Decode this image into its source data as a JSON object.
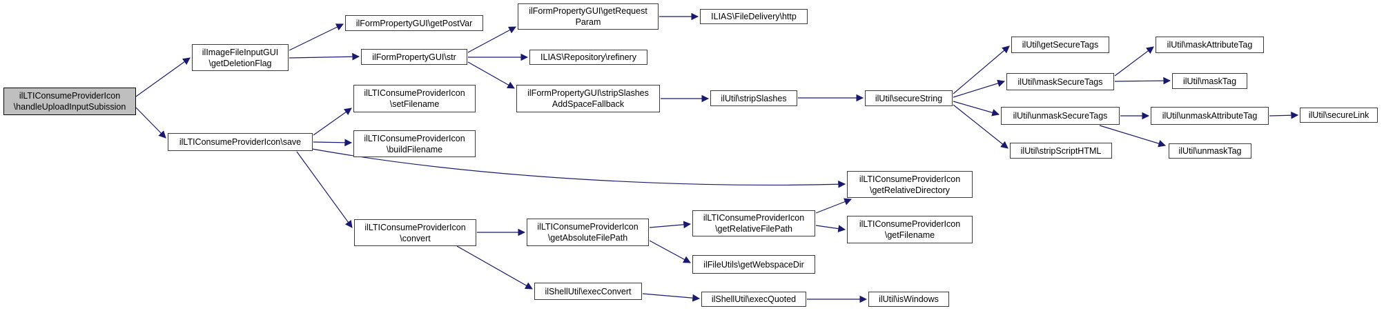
{
  "diagram": {
    "type": "call-graph",
    "root": "ilLTIConsumeProviderIcon\\handleUploadInputSubission",
    "edge_color": "#191970",
    "node_border_color": "#3a3a3a",
    "root_fill_color": "#bfbfbf",
    "node_fill_color": "#ffffff",
    "nodes": [
      {
        "id": "root",
        "lines": [
          "ilLTIConsumeProviderIcon",
          "\\handleUploadInputSubission"
        ],
        "is_root": true
      },
      {
        "id": "getDeletionFlag",
        "lines": [
          "ilImageFileInputGUI",
          "\\getDeletionFlag"
        ]
      },
      {
        "id": "getPostVar",
        "lines": [
          "ilFormPropertyGUI\\getPostVar"
        ]
      },
      {
        "id": "str",
        "lines": [
          "ilFormPropertyGUI\\str"
        ]
      },
      {
        "id": "getRequestParam",
        "lines": [
          "ilFormPropertyGUI\\getRequest",
          "Param"
        ]
      },
      {
        "id": "refinery",
        "lines": [
          "ILIAS\\Repository\\refinery"
        ]
      },
      {
        "id": "stripSlashesASF",
        "lines": [
          "ilFormPropertyGUI\\stripSlashes",
          "AddSpaceFallback"
        ]
      },
      {
        "id": "http",
        "lines": [
          "ILIAS\\FileDelivery\\http"
        ]
      },
      {
        "id": "stripSlashes",
        "lines": [
          "ilUtil\\stripSlashes"
        ]
      },
      {
        "id": "secureString",
        "lines": [
          "ilUtil\\secureString"
        ]
      },
      {
        "id": "getSecureTags",
        "lines": [
          "ilUtil\\getSecureTags"
        ]
      },
      {
        "id": "maskAttributeTag",
        "lines": [
          "ilUtil\\maskAttributeTag"
        ]
      },
      {
        "id": "maskSecureTags",
        "lines": [
          "ilUtil\\maskSecureTags"
        ]
      },
      {
        "id": "maskTag",
        "lines": [
          "ilUtil\\maskTag"
        ]
      },
      {
        "id": "unmaskSecureTags",
        "lines": [
          "ilUtil\\unmaskSecureTags"
        ]
      },
      {
        "id": "unmaskAttributeTag",
        "lines": [
          "ilUtil\\unmaskAttributeTag"
        ]
      },
      {
        "id": "stripScriptHTML",
        "lines": [
          "ilUtil\\stripScriptHTML"
        ]
      },
      {
        "id": "unmaskTag",
        "lines": [
          "ilUtil\\unmaskTag"
        ]
      },
      {
        "id": "secureLink",
        "lines": [
          "ilUtil\\secureLink"
        ]
      },
      {
        "id": "setFilename",
        "lines": [
          "ilLTIConsumeProviderIcon",
          "\\setFilename"
        ]
      },
      {
        "id": "buildFilename",
        "lines": [
          "ilLTIConsumeProviderIcon",
          "\\buildFilename"
        ]
      },
      {
        "id": "save",
        "lines": [
          "ilLTIConsumeProviderIcon\\save"
        ]
      },
      {
        "id": "convert",
        "lines": [
          "ilLTIConsumeProviderIcon",
          "\\convert"
        ]
      },
      {
        "id": "getAbsoluteFilePath",
        "lines": [
          "ilLTIConsumeProviderIcon",
          "\\getAbsoluteFilePath"
        ]
      },
      {
        "id": "execConvert",
        "lines": [
          "ilShellUtil\\execConvert"
        ]
      },
      {
        "id": "getRelativeFilePath",
        "lines": [
          "ilLTIConsumeProviderIcon",
          "\\getRelativeFilePath"
        ]
      },
      {
        "id": "getFilename",
        "lines": [
          "ilLTIConsumeProviderIcon",
          "\\getFilename"
        ]
      },
      {
        "id": "getWebspaceDir",
        "lines": [
          "ilFileUtils\\getWebspaceDir"
        ]
      },
      {
        "id": "getRelativeDirectory",
        "lines": [
          "ilLTIConsumeProviderIcon",
          "\\getRelativeDirectory"
        ]
      },
      {
        "id": "execQuoted",
        "lines": [
          "ilShellUtil\\execQuoted"
        ]
      },
      {
        "id": "isWindows",
        "lines": [
          "ilUtil\\isWindows"
        ]
      }
    ],
    "edges": [
      {
        "from": "root",
        "to": "getDeletionFlag"
      },
      {
        "from": "root",
        "to": "save"
      },
      {
        "from": "getDeletionFlag",
        "to": "getPostVar"
      },
      {
        "from": "getDeletionFlag",
        "to": "str"
      },
      {
        "from": "str",
        "to": "getRequestParam"
      },
      {
        "from": "str",
        "to": "refinery"
      },
      {
        "from": "str",
        "to": "stripSlashesASF"
      },
      {
        "from": "getRequestParam",
        "to": "http"
      },
      {
        "from": "stripSlashesASF",
        "to": "stripSlashes"
      },
      {
        "from": "stripSlashes",
        "to": "secureString"
      },
      {
        "from": "secureString",
        "to": "getSecureTags"
      },
      {
        "from": "secureString",
        "to": "maskSecureTags"
      },
      {
        "from": "secureString",
        "to": "unmaskSecureTags"
      },
      {
        "from": "secureString",
        "to": "stripScriptHTML"
      },
      {
        "from": "maskSecureTags",
        "to": "maskAttributeTag"
      },
      {
        "from": "maskSecureTags",
        "to": "maskTag"
      },
      {
        "from": "unmaskSecureTags",
        "to": "unmaskAttributeTag"
      },
      {
        "from": "unmaskSecureTags",
        "to": "unmaskTag"
      },
      {
        "from": "unmaskAttributeTag",
        "to": "secureLink"
      },
      {
        "from": "save",
        "to": "setFilename"
      },
      {
        "from": "save",
        "to": "buildFilename"
      },
      {
        "from": "save",
        "to": "getRelativeDirectory"
      },
      {
        "from": "save",
        "to": "convert"
      },
      {
        "from": "convert",
        "to": "getAbsoluteFilePath"
      },
      {
        "from": "convert",
        "to": "execConvert"
      },
      {
        "from": "getAbsoluteFilePath",
        "to": "getRelativeFilePath"
      },
      {
        "from": "getAbsoluteFilePath",
        "to": "getWebspaceDir"
      },
      {
        "from": "getRelativeFilePath",
        "to": "getRelativeDirectory"
      },
      {
        "from": "getRelativeFilePath",
        "to": "getFilename"
      },
      {
        "from": "execConvert",
        "to": "execQuoted"
      },
      {
        "from": "execQuoted",
        "to": "isWindows"
      }
    ]
  }
}
